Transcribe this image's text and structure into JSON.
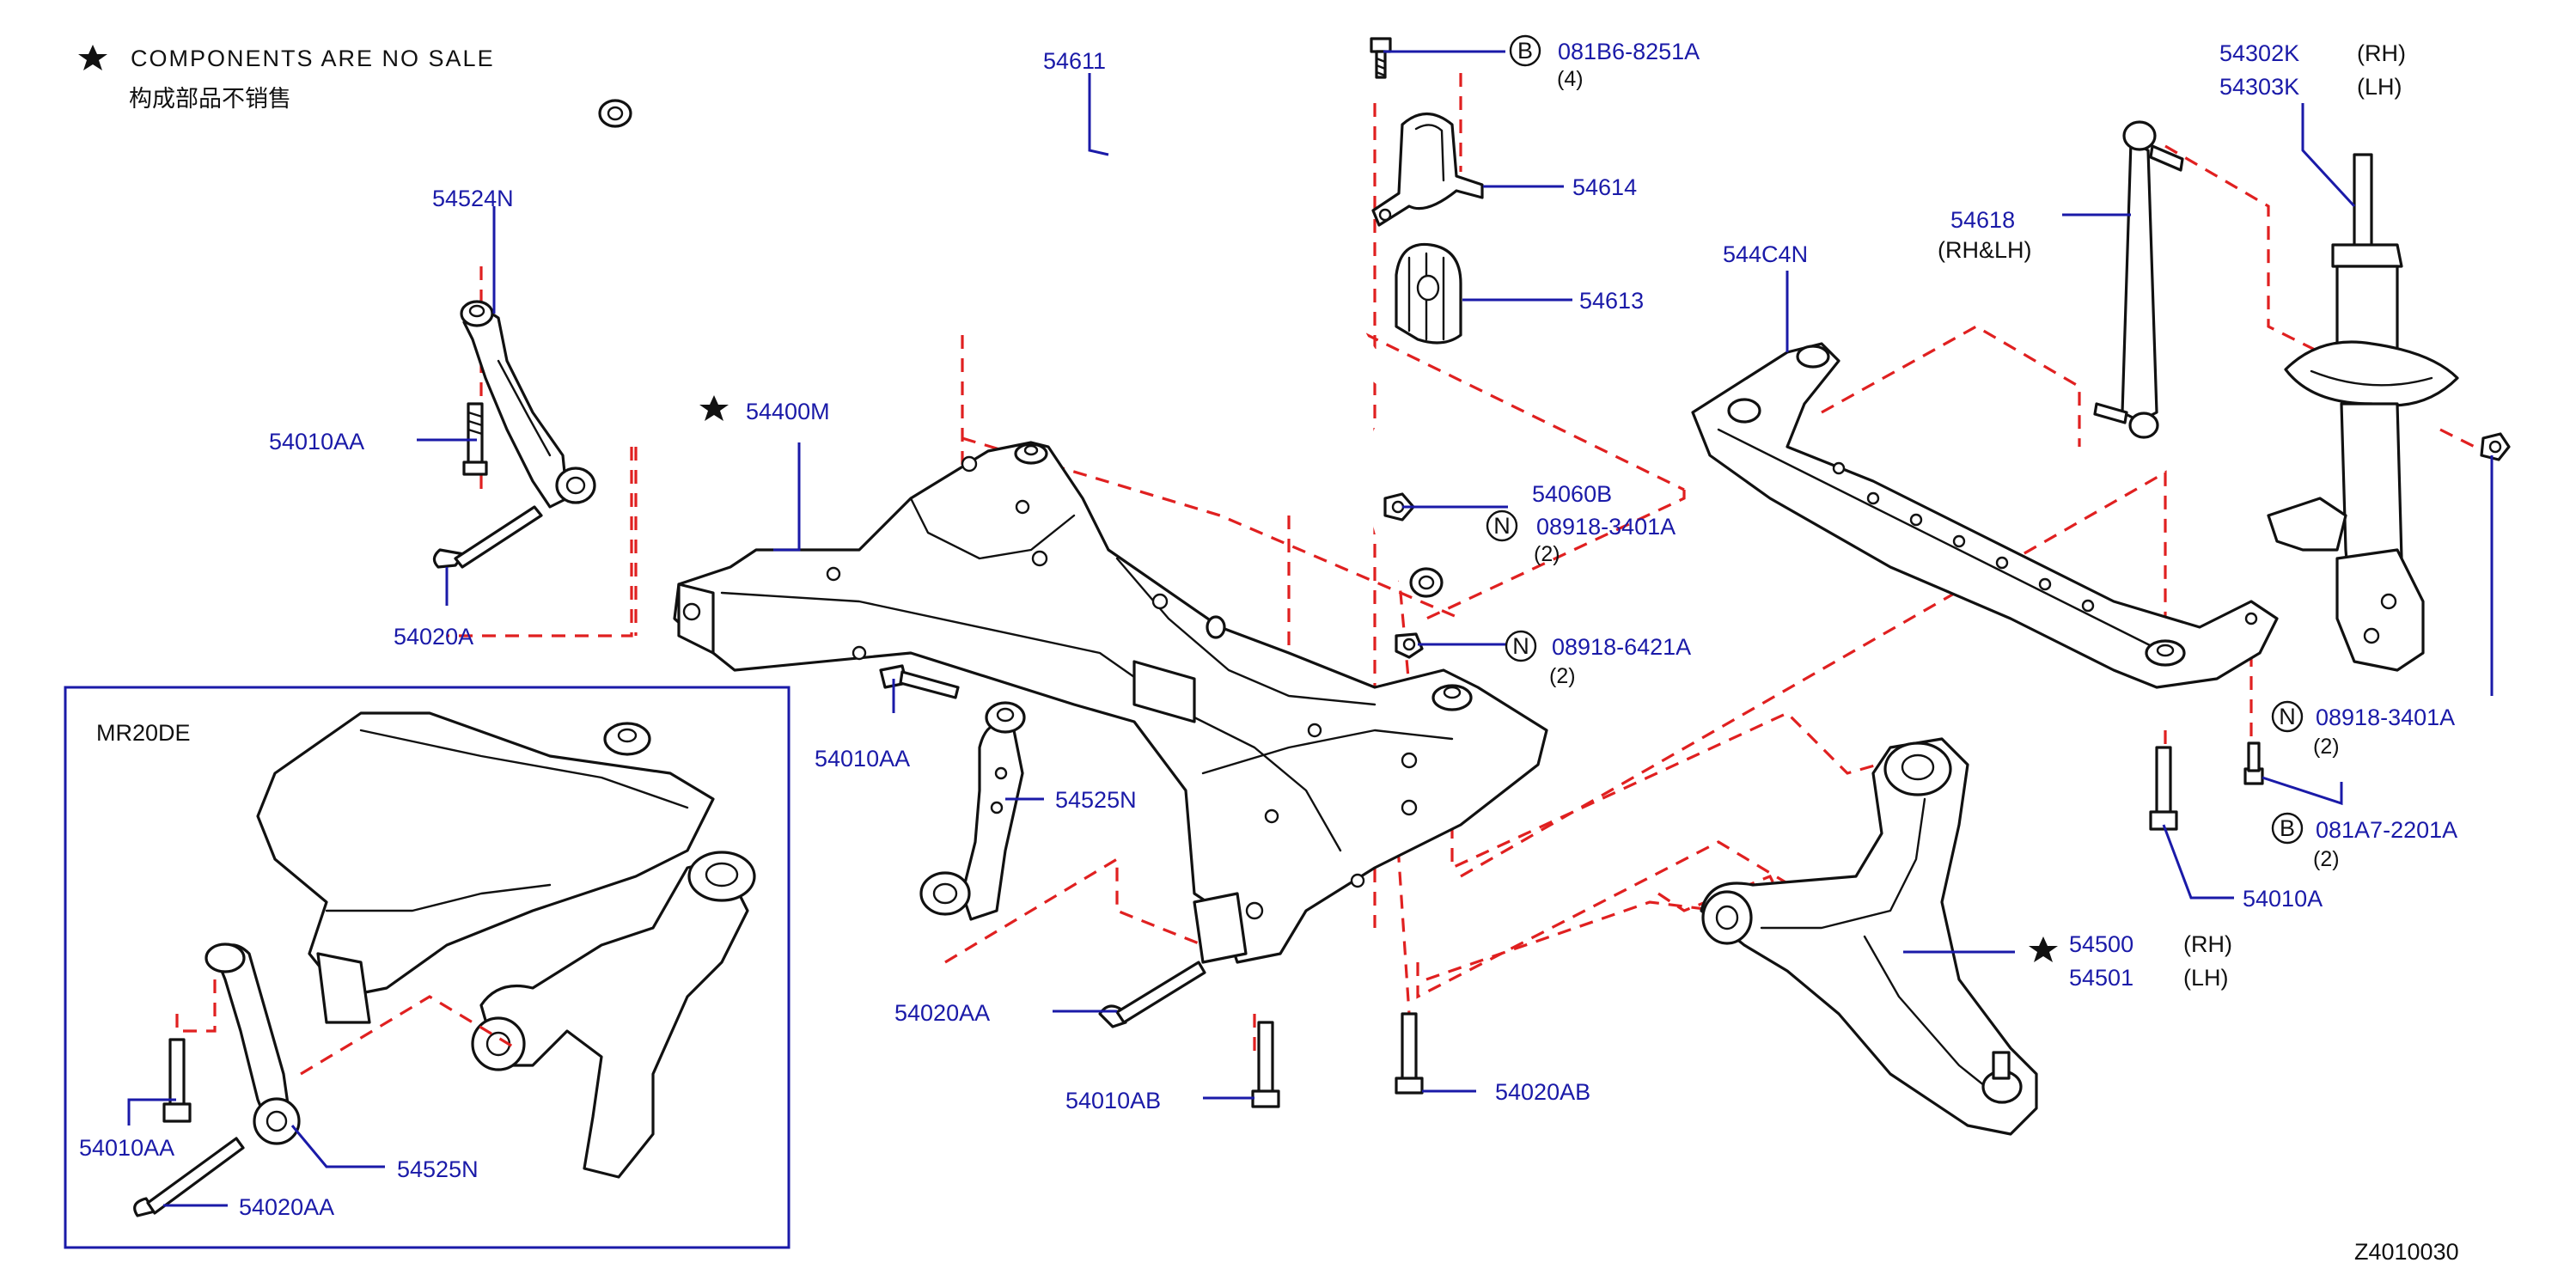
{
  "notice": {
    "star_text": "COMPONENTS ARE NO SALE",
    "chinese_text": "构成部品不销售"
  },
  "diagram_code": "Z4010030",
  "inset": {
    "title": "MR20DE"
  },
  "labels": {
    "p54611": "54611",
    "p54614": "54614",
    "p54613": "54613",
    "p54524N": "54524N",
    "p54010AA_left": "54010AA",
    "p54020A": "54020A",
    "p54400M": "54400M",
    "p54010AA_mid": "54010AA",
    "p54525N_mid": "54525N",
    "p54020AA_mid": "54020AA",
    "p54010AB": "54010AB",
    "p54020AB": "54020AB",
    "p54060B": "54060B",
    "p08918_3401A_a": "08918-3401A",
    "p08918_6421A": "08918-6421A",
    "p081B6": "081B6-8251A",
    "p544C4N": "544C4N",
    "p54618": "54618",
    "p54618_side": "(RH&LH)",
    "p54302K": "54302K",
    "p54303K": "54303K",
    "rh": "(RH)",
    "lh": "(LH)",
    "p08918_3401A_b": "08918-3401A",
    "p081A7": "081A7-2201A",
    "p54010A": "54010A",
    "p54500": "54500",
    "p54501": "54501",
    "p54010AA_inset": "54010AA",
    "p54525N_inset": "54525N",
    "p54020AA_inset": "54020AA"
  },
  "quantities": {
    "q081B6": "(4)",
    "q08918_3401A_a": "(2)",
    "q08918_6421A": "(2)",
    "q08918_3401A_b": "(2)",
    "q081A7": "(2)"
  },
  "circle_letters": {
    "b": "B",
    "n": "N"
  },
  "icons": {
    "notice_marker": "star-icon",
    "letter_marker": "circle-letter-icon"
  },
  "colors": {
    "part_number": "#1a1aa8",
    "dashed_guide": "#e02020",
    "outline": "#111111"
  }
}
